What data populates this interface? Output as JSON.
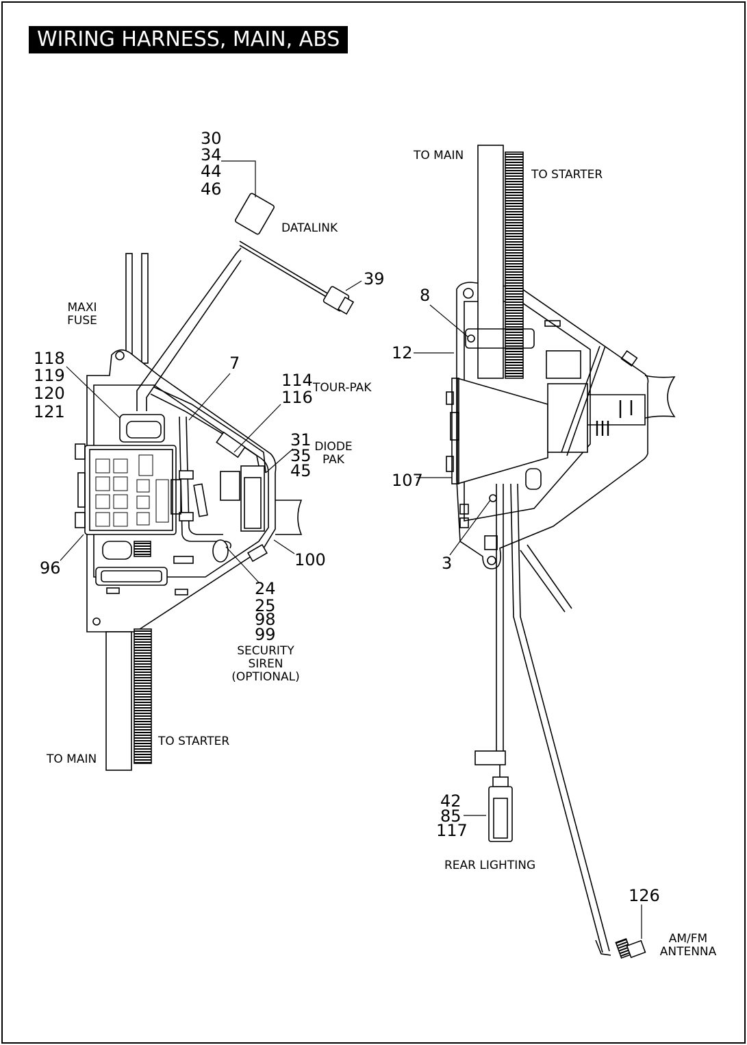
{
  "title": "WIRING HARNESS, MAIN, ABS",
  "left_view": {
    "callouts": {
      "c30_34_44_46": [
        "30",
        "34",
        "44",
        "46"
      ],
      "c39": "39",
      "c7": "7",
      "c114_116": [
        "114",
        "116"
      ],
      "c118_121": [
        "118",
        "119",
        "120",
        "121"
      ],
      "c31_35_45": [
        "31",
        "35",
        "45"
      ],
      "c96": "96",
      "c100": "100",
      "c24_25_98_99": [
        "24",
        "25",
        "98",
        "99"
      ]
    },
    "labels": {
      "datalink": "DATALINK",
      "maxi_fuse": [
        "MAXI",
        "FUSE"
      ],
      "tour_pak": "TOUR-PAK",
      "diode_pak": [
        "DIODE",
        "PAK"
      ],
      "security_siren": [
        "SECURITY",
        "SIREN",
        "(OPTIONAL)"
      ],
      "to_starter": "TO STARTER",
      "to_main": "TO MAIN"
    }
  },
  "right_view": {
    "callouts": {
      "c8": "8",
      "c12": "12",
      "c107": "107",
      "c3": "3",
      "c42_85_117": [
        "42",
        "85",
        "117"
      ],
      "c126": "126"
    },
    "labels": {
      "to_main": "TO MAIN",
      "to_starter": "TO STARTER",
      "rear_lighting": "REAR LIGHTING",
      "am_fm_antenna": [
        "AM/FM",
        "ANTENNA"
      ]
    }
  }
}
